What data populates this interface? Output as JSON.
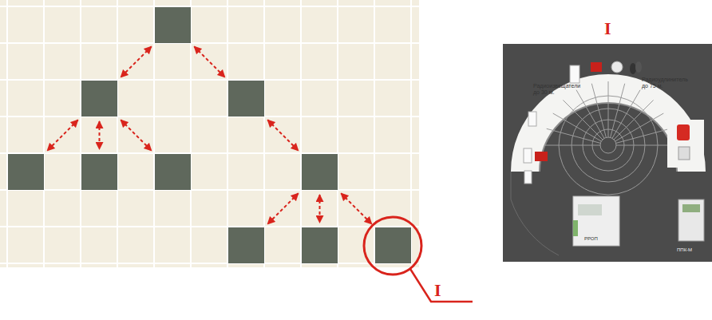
{
  "diagram": {
    "nodes": [
      {
        "text": []
      },
      {
        "text": []
      },
      {
        "text": []
      },
      {
        "text": []
      },
      {
        "text": []
      },
      {
        "text": []
      },
      {
        "text": []
      },
      {
        "text": []
      },
      {
        "text": []
      },
      {
        "text": []
      }
    ],
    "edges": [
      {
        "from": 0,
        "to": 1,
        "arrow": "both"
      },
      {
        "from": 0,
        "to": 2,
        "arrow": "both"
      },
      {
        "from": 1,
        "to": 3,
        "arrow": "both"
      },
      {
        "from": 1,
        "to": 4,
        "arrow": "both"
      },
      {
        "from": 1,
        "to": 5,
        "arrow": "both"
      },
      {
        "from": 2,
        "to": 6,
        "arrow": "both"
      },
      {
        "from": 6,
        "to": 7,
        "arrow": "both"
      },
      {
        "from": 6,
        "to": 8,
        "arrow": "both"
      },
      {
        "from": 6,
        "to": 9,
        "arrow": "both"
      }
    ],
    "labels": [
      "I",
      "I",
      "Радиоизвещатели до 30 м.",
      "Радиоудлинитель до 75 м.",
      "РРОП",
      "ППК-М"
    ]
  }
}
